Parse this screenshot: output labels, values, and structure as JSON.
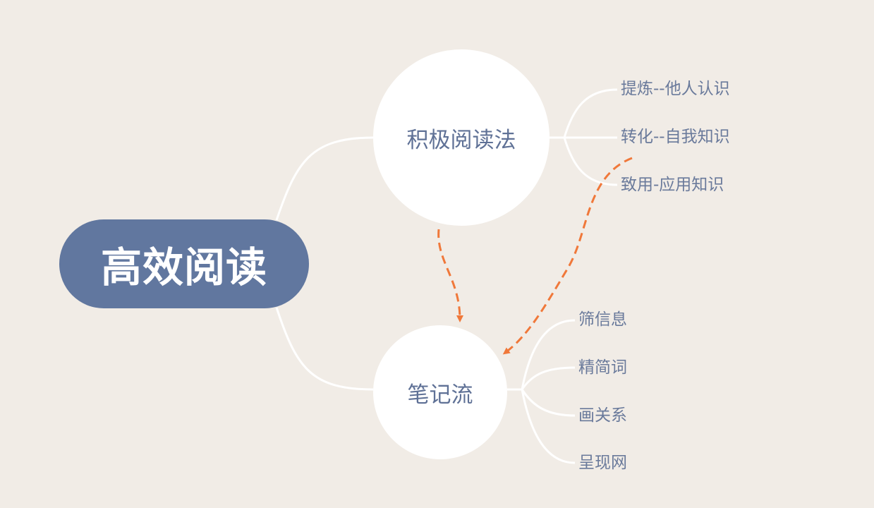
{
  "root": {
    "label": "高效阅读"
  },
  "branches": [
    {
      "label": "积极阅读法",
      "children": [
        "提炼--他人认识",
        "转化--自我知识",
        "致用-应用知识"
      ]
    },
    {
      "label": "笔记流",
      "children": [
        "筛信息",
        "精简词",
        "画关系",
        "呈现网"
      ]
    }
  ],
  "colors": {
    "background": "#f1ece6",
    "root_fill": "#61779f",
    "node_fill": "#ffffff",
    "node_text": "#5f7196",
    "leaf_text": "#6a7a9b",
    "connector": "#ffffff",
    "arrow": "#f0783a"
  }
}
